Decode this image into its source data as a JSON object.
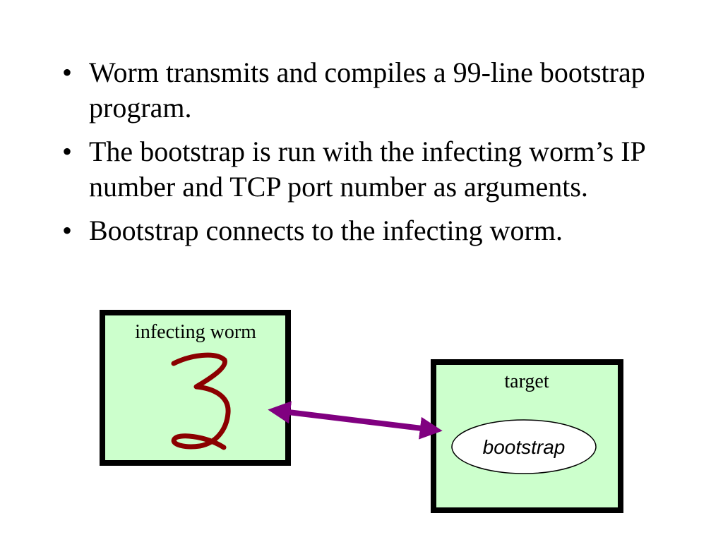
{
  "bullets": [
    {
      "text": "Worm transmits and compiles a 99-line bootstrap program."
    },
    {
      "text": "The bootstrap is run with the infecting worm’s IP number and TCP port number as arguments."
    },
    {
      "text": "Bootstrap connects to the infecting worm."
    }
  ],
  "bullet_symbol": "•",
  "diagram": {
    "left_box_label": "infecting worm",
    "right_box_label": "target",
    "ellipse_label": "bootstrap",
    "handwritten_numeral": "3"
  },
  "colors": {
    "box_fill": "#ccffcc",
    "box_border": "#000000",
    "arrow": "#800080",
    "handwriting": "#8b0000",
    "ellipse_fill": "#ffffff"
  }
}
